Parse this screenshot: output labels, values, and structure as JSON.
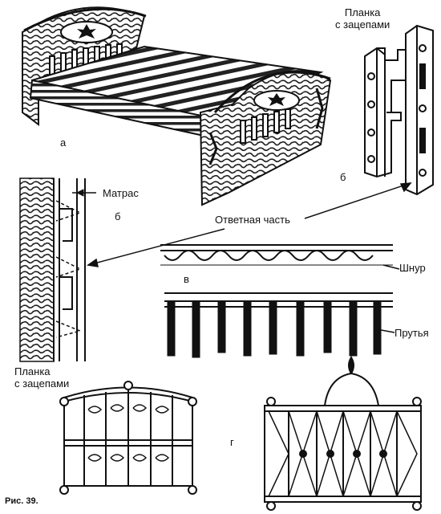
{
  "labels": {
    "strip_hooks_top": "Планка\nс зацепами",
    "mattress": "Матрас",
    "counterpart": "Ответная часть",
    "cord": "Шнур",
    "rods": "Прутья",
    "strip_hooks_bottom": "Планка\nс зацепами"
  },
  "letters": {
    "a": "а",
    "b_top": "б",
    "b_left": "б",
    "v": "в",
    "g": "г"
  },
  "figure_caption": "Рис. 39."
}
